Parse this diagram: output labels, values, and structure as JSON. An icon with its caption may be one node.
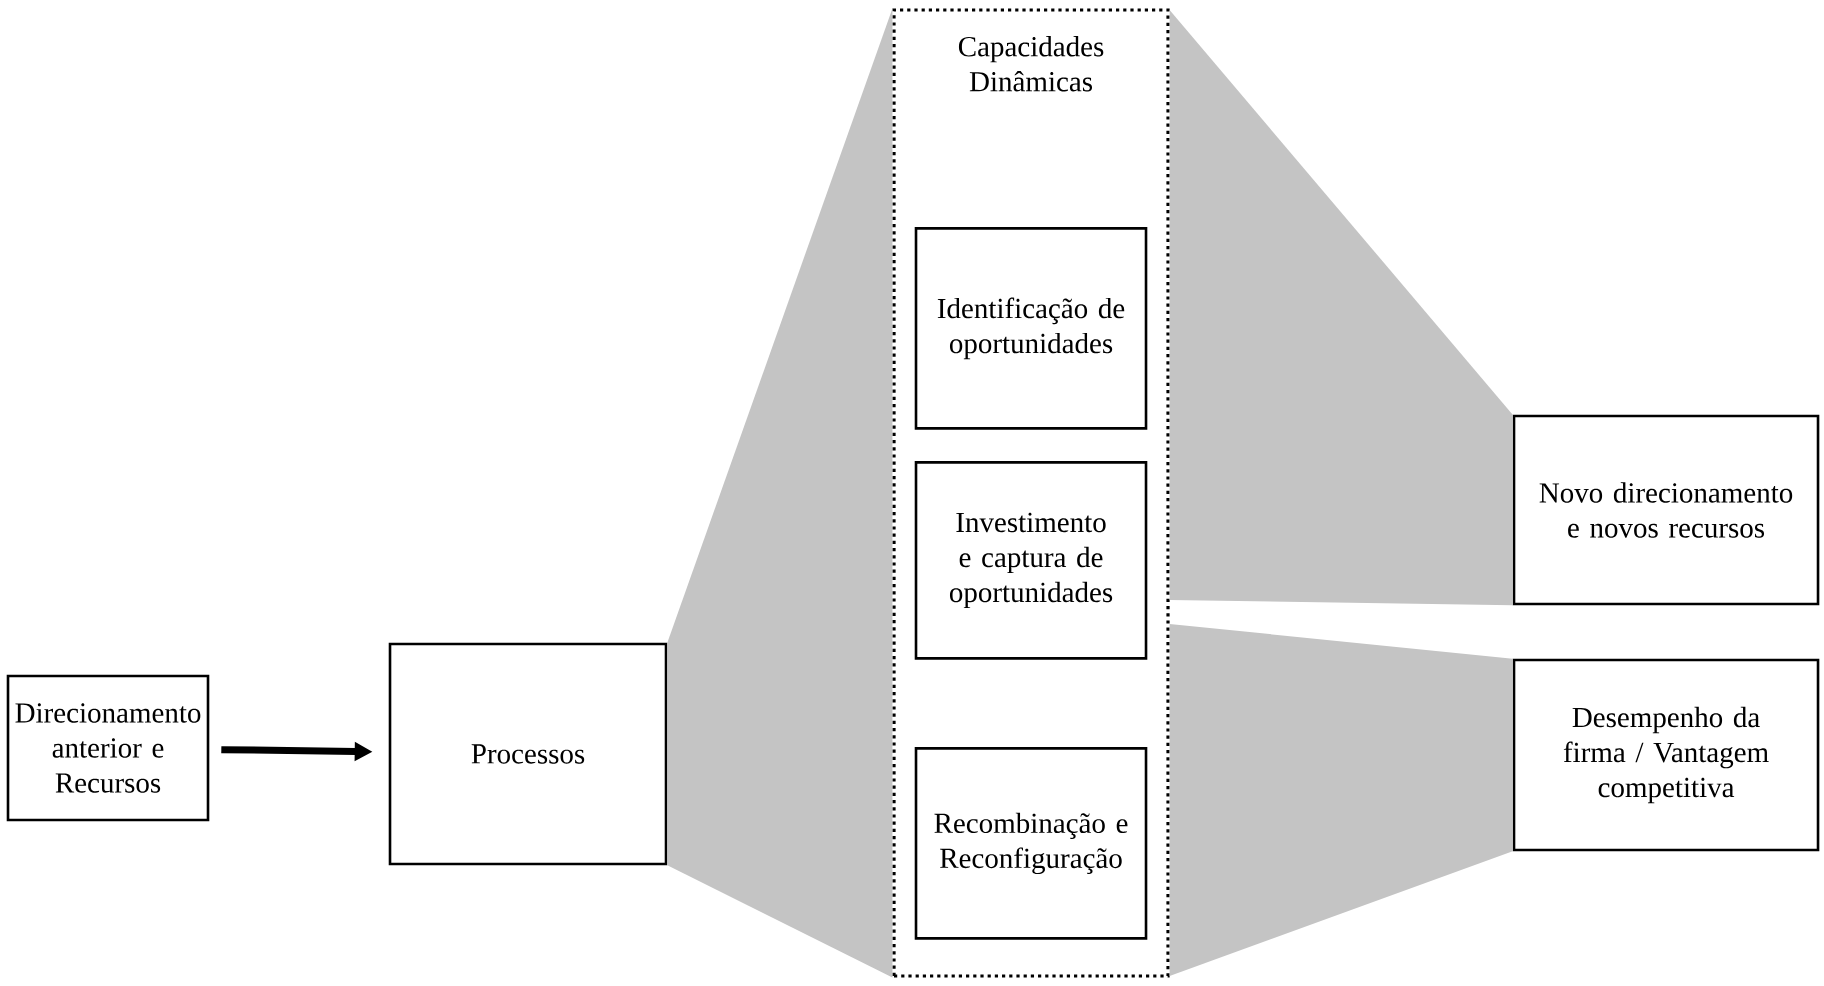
{
  "diagram": {
    "nodes": [
      {
        "text": [
          "Direcionamento anterior e Recursos"
        ]
      },
      {
        "text": [
          "Processos"
        ]
      },
      {
        "text": [
          "Capacidades Dinâmicas"
        ]
      },
      {
        "text": [
          "Identificação de oportunidades"
        ],
        "in": 2
      },
      {
        "text": [
          "Investimento e captura de oportunidades"
        ],
        "in": 2
      },
      {
        "text": [
          "Recombinação e Reconfiguração"
        ],
        "in": 2
      },
      {
        "text": [
          "Novo direcionamento e novos recursos"
        ]
      },
      {
        "text": [
          "Desempenho da firma / Vantagem competitiva"
        ]
      }
    ],
    "edges": [
      {
        "from": 0,
        "to": 1,
        "arrow": "to"
      },
      {
        "from": 1,
        "to": 2,
        "arrow": "none",
        "color": "#c4c4c4"
      },
      {
        "from": 2,
        "to": 6,
        "arrow": "none",
        "color": "#c4c4c4"
      },
      {
        "from": 2,
        "to": 7,
        "arrow": "none",
        "color": "#c4c4c4"
      }
    ]
  }
}
